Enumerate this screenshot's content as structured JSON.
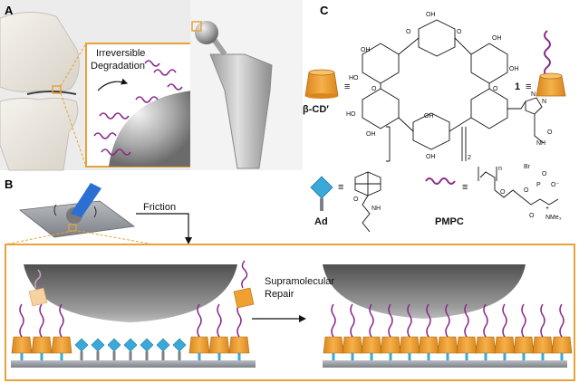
{
  "panels": {
    "a": "A",
    "b": "B",
    "c": "C"
  },
  "panel_a": {
    "annotation_line1": "Irreversible",
    "annotation_line2": "Degradation"
  },
  "panel_b": {
    "friction": "Friction",
    "repair_line1": "Supramolecular",
    "repair_line2": "Repair"
  },
  "panel_c": {
    "cd_label": "β-CD′",
    "equiv": "≡",
    "compound_number": "1",
    "ad_label": "Ad",
    "pmpc_label": "PMPC",
    "subscript_2": "2",
    "subscript_n": "n",
    "atoms": {
      "oh": "OH",
      "ho": "HO",
      "o": "O",
      "n": "N",
      "nh": "NH",
      "h": "H",
      "br": "Br",
      "p": "P",
      "o_minus": "O⁻",
      "nme3": "NMe₃",
      "plus": "+"
    }
  },
  "colors": {
    "cyclodextrin": "#f0a030",
    "adamantane": "#3aa8d8",
    "pmpc_chain": "#8a2a8a",
    "frame": "#e8a23a",
    "substrate": "#8a8f96"
  }
}
